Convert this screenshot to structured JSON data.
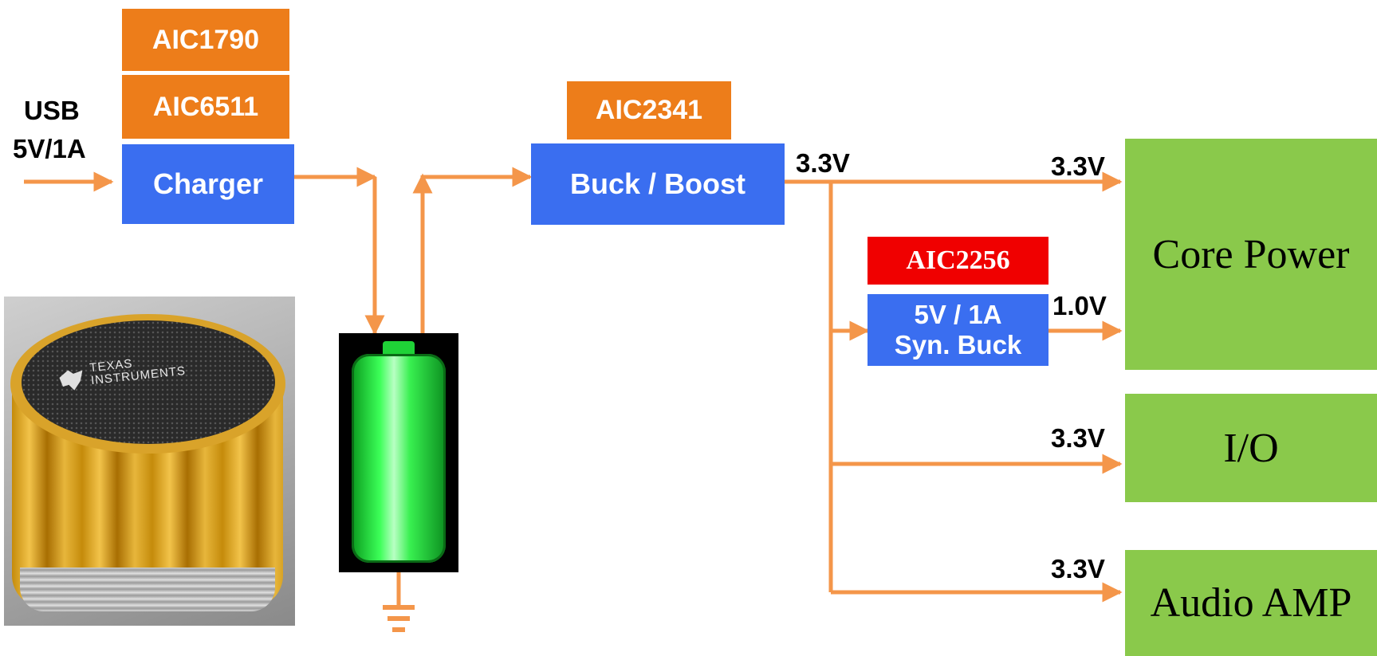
{
  "input": {
    "line1": "USB",
    "line2": "5V/1A"
  },
  "chips": {
    "aic1790": "AIC1790",
    "aic6511": "AIC6511",
    "aic2341": "AIC2341",
    "aic2256": "AIC2256"
  },
  "blocks": {
    "charger": "Charger",
    "buck_boost": "Buck / Boost",
    "syn_buck_line1": "5V / 1A",
    "syn_buck_line2": "Syn. Buck"
  },
  "loads": {
    "core_power": "Core Power",
    "io": "I/O",
    "audio_amp": "Audio AMP"
  },
  "voltages": {
    "bb_out": "3.3V",
    "core_in": "3.3V",
    "buck_out": "1.0V",
    "io_in": "3.3V",
    "amp_in": "3.3V"
  },
  "photo": {
    "brand_line1": "TEXAS",
    "brand_line2": "INSTRUMENTS"
  },
  "colors": {
    "wire": "#f4964a",
    "chip_label": "#ed7d1a",
    "block": "#3a6ef0",
    "load": "#8ac94b",
    "highlight_chip": "#f00000",
    "battery": "#22e03a"
  }
}
